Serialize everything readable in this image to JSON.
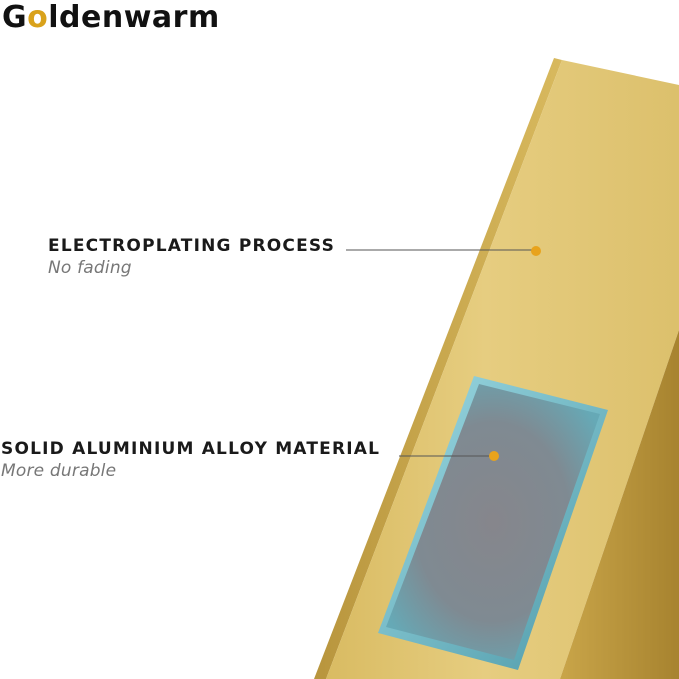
{
  "brand": {
    "logo_prefix": "G",
    "logo_accent": "o",
    "logo_suffix": "ldenwarm"
  },
  "callouts": [
    {
      "title": "ELECTROPLATING PROCESS",
      "subtitle": "No fading"
    },
    {
      "title": "SOLID ALUMINIUM ALLOY MATERIAL",
      "subtitle": "More durable"
    }
  ],
  "colors": {
    "gold_face": "#e3c97a",
    "gold_side": "#b8923a",
    "marker": "#e8a31c",
    "leader_line": "#555555",
    "cutaway_edge": "#6fb8c6",
    "cutaway_core": "#8a8a8e"
  }
}
